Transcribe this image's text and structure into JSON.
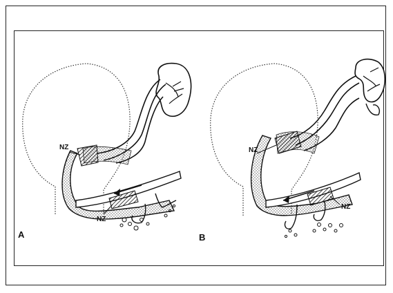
{
  "panels": [
    {
      "letter": "A",
      "nz_upper": "NZ",
      "nz_lower": "NZ"
    },
    {
      "letter": "B",
      "nz_upper": "NZ",
      "nz_lower": "NZ"
    }
  ]
}
